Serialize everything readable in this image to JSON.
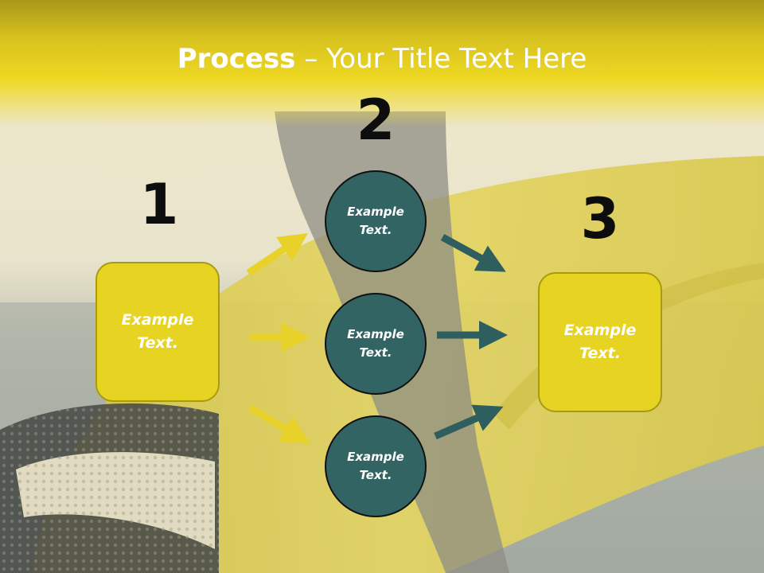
{
  "title": {
    "bold": "Process",
    "rest": " – Your Title Text Here"
  },
  "steps": [
    {
      "number": "1",
      "text": "Example Text."
    },
    {
      "number": "2",
      "items": [
        "Example Text.",
        "Example Text.",
        "Example Text."
      ]
    },
    {
      "number": "3",
      "text": "Example Text."
    }
  ],
  "colors": {
    "accent_yellow": "#e7d321",
    "circle_teal": "#336464",
    "arrow_yellow": "#e8d22a",
    "arrow_teal": "#2e5e5e"
  }
}
